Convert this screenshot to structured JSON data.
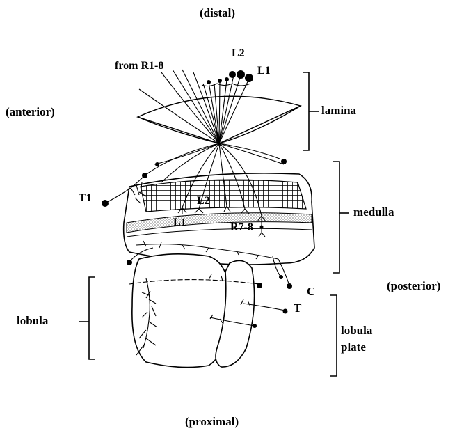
{
  "orientation": {
    "distal": "(distal)",
    "anterior": "(anterior)",
    "posterior": "(posterior)",
    "proximal": "(proximal)"
  },
  "regions": {
    "lamina": "lamina",
    "medulla": "medulla",
    "lobula": "lobula",
    "lobula_plate_line1": "lobula",
    "lobula_plate_line2": "plate"
  },
  "cell_labels": {
    "from_r18": "from R1-8",
    "l2_top": "L2",
    "l1_top": "L1",
    "t1": "T1",
    "l2_medulla": "L2",
    "l1_medulla": "L1",
    "r78": "R7-8",
    "c": "C",
    "t": "T"
  },
  "colors": {
    "ink": "#000000",
    "paper": "#ffffff",
    "stipple": "#9a9a9a"
  }
}
